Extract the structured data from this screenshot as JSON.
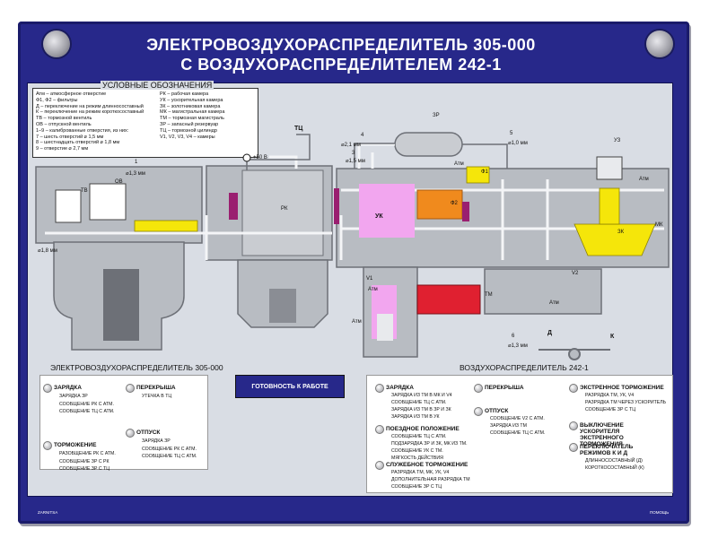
{
  "header": {
    "title_line1": "ЭЛЕКТРОВОЗДУХОРАСПРЕДЕЛИТЕЛЬ 305-000",
    "title_line2": "С ВОЗДУХОРАСПРЕДЕЛИТЕЛЕМ 242-1"
  },
  "legend": {
    "title": "УСЛОВНЫЕ ОБОЗНАЧЕНИЯ",
    "left_items": [
      "Атм – атмосферное отверстие",
      "Ф1, Ф2 – фильтры",
      "Д – переключение на режим длинносоставный",
      "К – переключение на режим короткосоставный",
      "ТВ – тормозной вентиль",
      "ОВ – отпускной вентиль",
      "1–9 – калиброванные отверстия, из них:",
      "7 – шесть отверстий ⌀ 1,5 мм",
      "8 – шестнадцать отверстий ⌀ 1,8 мм",
      "9 – отверстие ⌀ 2,7 мм"
    ],
    "right_items": [
      "РК – рабочая камера",
      "УК – ускорительная камера",
      "ЗК – золотниковая камера",
      "МК – магистральная камера",
      "ТМ – тормозная магистраль",
      "ЗР – запасный резервуар",
      "ТЦ – тормозной цилиндр",
      "V1, V2, V3, V4 – камеры"
    ]
  },
  "diagram_labels": {
    "zr": "ЗР",
    "tc": "ТЦ",
    "plus50": "+50 В",
    "tv": "ТВ",
    "ov": "ОВ",
    "rk": "РК",
    "uk": "УК",
    "f2": "Ф2",
    "f1": "Ф1",
    "zk": "ЗК",
    "mk": "МК",
    "tm": "ТМ",
    "uz": "УЗ",
    "atm1": "Атм",
    "atm2": "Атм",
    "atm3": "Атм",
    "atm4": "Атм",
    "atm5": "Атм",
    "d": "Д",
    "k": "К",
    "n1": "1",
    "n2": "2",
    "n3": "3",
    "n4": "4",
    "n5": "5",
    "n6": "6",
    "d1": "⌀1,8 мм",
    "d2": "⌀1,3 мм",
    "d3": "⌀1,5 мм",
    "d4": "⌀2,1 мм",
    "d5": "⌀1,0 мм",
    "d6": "⌀1,3 мм",
    "v1": "V1",
    "v2": "V2"
  },
  "left_section": {
    "title": "ЭЛЕКТРОВОЗДУХОРАСПРЕДЕЛИТЕЛЬ 305-000",
    "groups": [
      {
        "head": "ЗАРЯДКА",
        "items": [
          "ЗАРЯДКА ЗР",
          "СООБЩЕНИЕ РК С АТМ.",
          "СООБЩЕНИЕ ТЦ С АТМ."
        ]
      },
      {
        "head": "ТОРМОЖЕНИЕ",
        "items": [
          "РАЗОБЩЕНИЕ РК С АТМ.",
          "СООБЩЕНИЕ ЗР С РК",
          "СООБЩЕНИЕ ЗР С ТЦ"
        ]
      },
      {
        "head": "ПЕРЕКРЫША",
        "items": [
          "УТЕЧКА В ТЦ"
        ]
      },
      {
        "head": "ОТПУСК",
        "items": [
          "ЗАРЯДКА ЗР",
          "СООБЩЕНИЕ РК С АТМ.",
          "СООБЩЕНИЕ ТЦ С АТМ."
        ]
      }
    ]
  },
  "ready_button": "ГОТОВНОСТЬ К РАБОТЕ",
  "right_section": {
    "title": "ВОЗДУХОРАСПРЕДЕЛИТЕЛЬ 242-1",
    "groups": [
      {
        "head": "ЗАРЯДКА",
        "items": [
          "ЗАРЯДКА ИЗ ТМ В МК И V4",
          "СООБЩЕНИЕ ТЦ С АТМ.",
          "ЗАРЯДКА ИЗ ТМ В ЗР И ЗК",
          "ЗАРЯДКА ИЗ ТМ В УК"
        ]
      },
      {
        "head": "ПОЕЗДНОЕ ПОЛОЖЕНИЕ",
        "items": [
          "СООБЩЕНИЕ ТЦ С АТМ.",
          "ПОДЗАРЯДКА ЗР И ЗК, МК ИЗ ТМ.",
          "СООБЩЕНИЕ УК С ТМ.",
          "МЯГКОСТЬ ДЕЙСТВИЯ"
        ]
      },
      {
        "head": "СЛУЖЕБНОЕ ТОРМОЖЕНИЕ",
        "items": [
          "РАЗРЯДКА ТМ, МК, УК, V4",
          "ДОПОЛНИТЕЛЬНАЯ РАЗРЯДКА ТМ",
          "СООБЩЕНИЕ ЗР С ТЦ"
        ]
      },
      {
        "head": "ПЕРЕКРЫША",
        "items": []
      },
      {
        "head": "ОТПУСК",
        "items": [
          "СООБЩЕНИЕ V2 С АТМ.",
          "ЗАРЯДКА ИЗ ТМ",
          "СООБЩЕНИЕ ТЦ С АТМ."
        ]
      },
      {
        "head": "ЭКСТРЕННОЕ ТОРМОЖЕНИЕ",
        "items": [
          "РАЗРЯДКА ТМ, УК, V4",
          "РАЗРЯДКА ТМ ЧЕРЕЗ УСКОРИТЕЛЬ",
          "СООБЩЕНИЕ ЗР С ТЦ"
        ]
      },
      {
        "head": "ВЫКЛЮЧЕНИЕ УСКОРИТЕЛЯ ЭКСТРЕННОГО ТОРМОЖЕНИЯ",
        "items": []
      },
      {
        "head": "ПЕРЕКЛЮЧАТЕЛЬ РЕЖИМОВ К И Д",
        "items": [
          "ДЛИННОСОСТАВНЫЙ (Д)",
          "КОРОТКОСОСТАВНЫЙ (К)"
        ]
      }
    ]
  },
  "footer": {
    "left_brand": "ZARNITSA",
    "right_brand": "ПОМОЩЬ"
  },
  "colors": {
    "board": "#27288a",
    "panel": "#d9dde4",
    "magenta": "#f2a6ef",
    "orange": "#f08a1d",
    "yellow": "#f5e60a",
    "red": "#e02030",
    "purple": "#9a1f70",
    "grey": "#b8bcc2",
    "dark": "#6d7077"
  }
}
